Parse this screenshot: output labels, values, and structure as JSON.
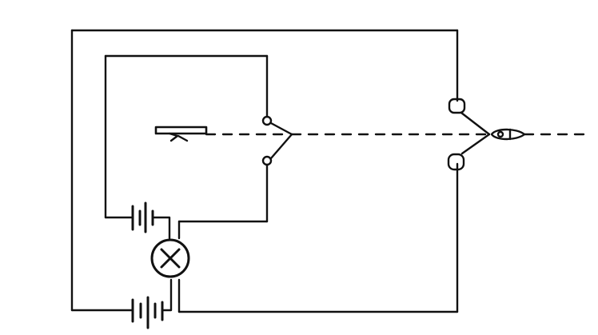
{
  "diagram": {
    "type": "electrical-circuit",
    "style": "black line art on white background",
    "colors": {
      "line": "#111111",
      "background": "#ffffff"
    },
    "components": [
      {
        "name": "outer-loop-wire",
        "kind": "wire"
      },
      {
        "name": "inner-loop-wire",
        "kind": "wire"
      },
      {
        "name": "left-battery-upper",
        "kind": "battery",
        "loop": "inner"
      },
      {
        "name": "left-battery-lower",
        "kind": "battery",
        "loop": "outer"
      },
      {
        "name": "lamp",
        "kind": "lamp",
        "symbol": "circle-with-x"
      },
      {
        "name": "left-relay-armature",
        "kind": "electromagnet-armature"
      },
      {
        "name": "left-switch",
        "kind": "two-contact-switch"
      },
      {
        "name": "right-switch",
        "kind": "two-contact-switch"
      },
      {
        "name": "right-pivot-lever",
        "kind": "pivot-lever"
      },
      {
        "name": "mechanical-linkage",
        "kind": "dashed-link",
        "line_style": "dashed"
      }
    ]
  }
}
